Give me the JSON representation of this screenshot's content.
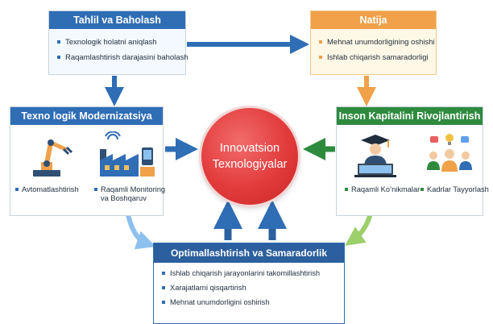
{
  "boxes": {
    "tahlil": {
      "title": "Tahlil va Baholash",
      "items": [
        "Texnologik holatni aniqlash",
        "Raqamlashtirish darajasini baholash"
      ]
    },
    "natija": {
      "title": "Natija",
      "items": [
        "Mehnat unumdorligining oshishi",
        "Ishlab chiqarish samaradorligi"
      ]
    },
    "texno": {
      "title": "Texno logik Modernizatsiya",
      "captions": [
        "Avtomatlashtirish",
        "Raqamli Monitoring",
        "va Boshqaruv"
      ]
    },
    "inson": {
      "title": "Inson Kapitalini  Rivojlantirish",
      "captions": [
        "Raqamli Ko’nikmalar",
        "Kadrlar Tayyorlash"
      ]
    },
    "optim": {
      "title": "Optimallashtirish va Samaradorlik",
      "items": [
        "Ishlab chiqarish jarayonlarini takomillashtirish",
        "Xarajatlarni qisqartirish",
        "Mehnat unumdorligini oshirish"
      ]
    }
  },
  "center": {
    "line1": "Innovatsion",
    "line2": "Texnologiyalar"
  },
  "colors": {
    "blue": "#2f6db5",
    "orange": "#f0a14a",
    "green": "#2e8b3e",
    "red": "#e23b3b",
    "light_blue": "#8cc0ee",
    "light_green": "#9ccf6a"
  },
  "icons": [
    "robot-arm-icon",
    "factory-icon",
    "graduate-icon",
    "team-icon"
  ]
}
